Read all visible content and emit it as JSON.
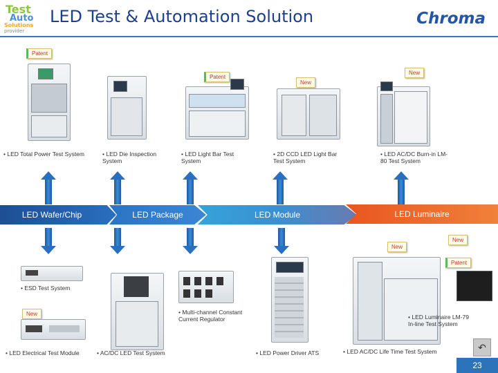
{
  "header": {
    "title": "LED Test & Automation Solution",
    "brand": "Chroma",
    "logo_words": [
      "Test",
      "Auto",
      "Solutions",
      "provider"
    ]
  },
  "tags": {
    "patent_1": "Patent",
    "patent_2": "Patent",
    "new_1": "New",
    "new_2": "New",
    "new_3": "New",
    "new_4": "New",
    "patent_3": "Patent",
    "new_5": "New"
  },
  "top_systems": [
    "• LED Total Power Test System",
    "• LED Die Inspection  System",
    "• LED Light Bar Test System",
    "• 2D CCD LED Light Bar Test System",
    "• LED AC/DC Burn-in LM-80 Test System"
  ],
  "categories": [
    "LED Wafer/Chip",
    "LED Package",
    "LED Module",
    "LED Luminaire"
  ],
  "bottom_systems": {
    "esd": "• ESD Test System",
    "multi": "• Multi-channel Constant Current Regulator",
    "lm79": "• LED Luminaire LM-79 In-line Test System",
    "electrical": "• LED Electrical  Test Module",
    "acdc": "• AC/DC LED Test System",
    "driver": "• LED Power Driver ATS",
    "lifetime": "• LED AC/DC Life Time Test System"
  },
  "footer": {
    "page_number": "23"
  },
  "colors": {
    "accent": "#2f7bc4",
    "title": "#1d3f8f",
    "luminaire": "#e8541e",
    "wafer": "#1f5fa8"
  }
}
